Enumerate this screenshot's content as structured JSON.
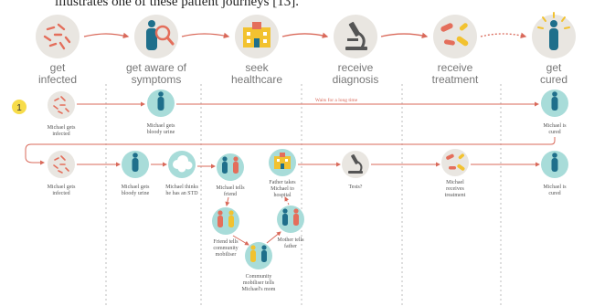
{
  "caption_top": "illustrates one of these patient journeys [13].",
  "stages": [
    {
      "line1": "get",
      "line2": "infected",
      "icon": "bacteria-icon"
    },
    {
      "line1": "get aware of",
      "line2": "symptoms",
      "icon": "magnifier-person-icon"
    },
    {
      "line1": "seek",
      "line2": "healthcare",
      "icon": "hospital-icon"
    },
    {
      "line1": "receive",
      "line2": "diagnosis",
      "icon": "microscope-icon"
    },
    {
      "line1": "receive",
      "line2": "treatment",
      "icon": "pills-icon"
    },
    {
      "line1": "get",
      "line2": "cured",
      "icon": "cured-person-icon"
    }
  ],
  "journey_number": "1",
  "row1": {
    "n1": {
      "line1": "Michael gets",
      "line2": "infected"
    },
    "n2": {
      "line1": "Michael gets",
      "line2": "bloody urine"
    },
    "wait": "Waits for a long time",
    "n3": {
      "line1": "Michael is",
      "line2": "cured"
    }
  },
  "row2": {
    "n1": {
      "line1": "Michael gets",
      "line2": "infected"
    },
    "n2": {
      "line1": "Michael gets",
      "line2": "bloody urine"
    },
    "n3": {
      "line1": "Michael thinks",
      "line2": "he has an STD"
    },
    "n4": {
      "line1": "Michael tells",
      "line2": "friend"
    },
    "n5": {
      "line1": "Father takes",
      "line2": "Michael to",
      "line3": "hospital"
    },
    "n6": {
      "line1": "Tests?"
    },
    "n7": {
      "line1": "Michael",
      "line2": "receives",
      "line3": "treatment"
    },
    "n8": {
      "line1": "Michael is",
      "line2": "cured"
    }
  },
  "branch": {
    "b1": {
      "line1": "Friend tells",
      "line2": "community",
      "line3": "mobiliser"
    },
    "b2": {
      "line1": "Community",
      "line2": "mobiliser tells",
      "line3": "Michael's mom"
    },
    "b3": {
      "line1": "Mother tells",
      "line2": "father"
    }
  },
  "colors": {
    "arrow": "#d9695a",
    "teal": "#a8dcd9",
    "grey": "#e9e6e1",
    "person": "#1f6f8b",
    "accent": "#f2c230",
    "bacteria": "#e46e5b",
    "label": "#777777",
    "badge": "#f7dc4a"
  }
}
